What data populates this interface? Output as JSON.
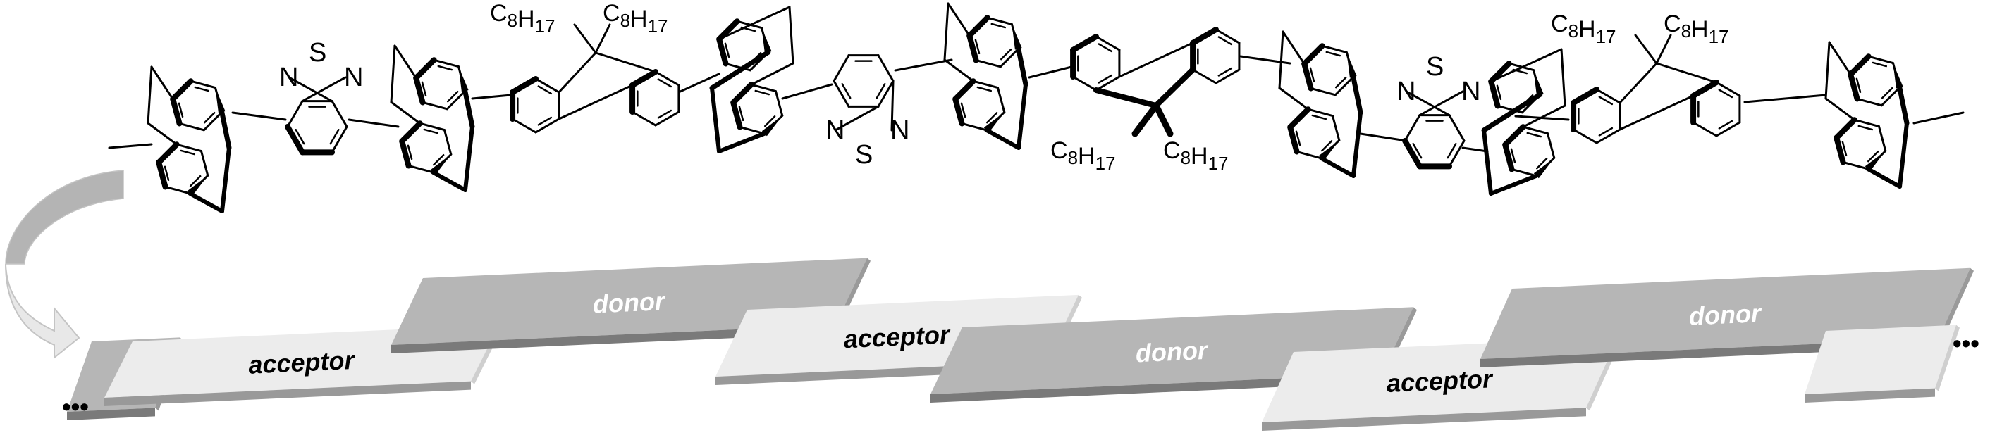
{
  "figure": {
    "description": "Donor–acceptor conjugated polymer with [2.2]paracyclophane linkers and its schematic stacked-slab representation",
    "colors": {
      "bond": "#000000",
      "donor_top": "#b6b6b6",
      "donor_edge": "#7a7a7a",
      "acceptor_top": "#ececec",
      "acceptor_edge": "#999999",
      "acceptor_side": "#cfcfcf",
      "arrow_dark": "#b4b4b4",
      "arrow_light": "#e8e8e8",
      "arrow_stroke": "#c4c4c4",
      "donor_text": "#ffffff",
      "acceptor_text": "#000000"
    }
  },
  "molecule": {
    "units": [
      {
        "type": "paracyclophane",
        "role": "linker"
      },
      {
        "type": "benzothiadiazole",
        "role": "acceptor",
        "atoms": [
          "N",
          "S",
          "N"
        ]
      },
      {
        "type": "paracyclophane",
        "role": "linker"
      },
      {
        "type": "dioctylfluorene",
        "role": "donor",
        "substituents": [
          "C8H17",
          "C8H17"
        ]
      },
      {
        "type": "paracyclophane",
        "role": "linker"
      },
      {
        "type": "benzothiadiazole",
        "role": "acceptor",
        "atoms": [
          "N",
          "S",
          "N"
        ]
      },
      {
        "type": "paracyclophane",
        "role": "linker"
      },
      {
        "type": "dioctylfluorene",
        "role": "donor",
        "substituents": [
          "C8H17",
          "C8H17"
        ]
      },
      {
        "type": "paracyclophane",
        "role": "linker"
      },
      {
        "type": "benzothiadiazole",
        "role": "acceptor",
        "atoms": [
          "N",
          "S",
          "N"
        ]
      },
      {
        "type": "paracyclophane",
        "role": "linker"
      },
      {
        "type": "dioctylfluorene",
        "role": "donor",
        "substituents": [
          "C8H17",
          "C8H17"
        ]
      },
      {
        "type": "paracyclophane",
        "role": "linker"
      }
    ],
    "substituent_label": {
      "main": "C",
      "sub1": "8",
      "mid": "H",
      "sub2": "17"
    },
    "heteroatoms": {
      "N": "N",
      "S": "S"
    }
  },
  "schematic": {
    "left_ellipsis": "•••",
    "right_ellipsis": "•••",
    "slabs": [
      {
        "role": "donor",
        "label": ""
      },
      {
        "role": "acceptor",
        "label": "acceptor"
      },
      {
        "role": "donor",
        "label": "donor"
      },
      {
        "role": "acceptor",
        "label": "acceptor"
      },
      {
        "role": "donor",
        "label": "donor"
      },
      {
        "role": "acceptor",
        "label": "acceptor"
      },
      {
        "role": "donor",
        "label": "donor"
      },
      {
        "role": "acceptor",
        "label": ""
      }
    ],
    "arrow": {
      "meaning": "maps molecular structure to schematic"
    }
  }
}
